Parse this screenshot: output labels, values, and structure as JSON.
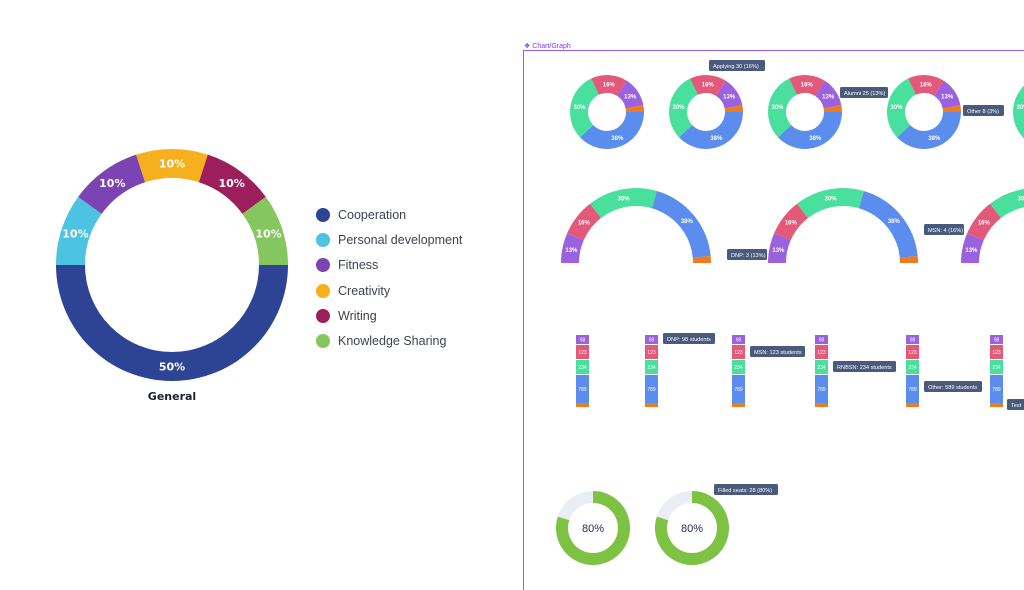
{
  "colors": {
    "cooperation": "#2d4495",
    "personal_dev": "#4cc3e0",
    "fitness": "#7c43b3",
    "creativity": "#f7b01d",
    "writing": "#9c1f5b",
    "knowledge": "#86c65e",
    "blue": "#5b8def",
    "green": "#49e09e",
    "pink": "#e4587a",
    "purple": "#9b62e0",
    "orange": "#ef7b1f",
    "tooltip": "#4a5a7c",
    "gauge_fill": "#7dc242",
    "gauge_track": "#e9eef6",
    "frame": "#9a5cf0"
  },
  "chart_data": [
    {
      "type": "pie",
      "title": "General",
      "categories": [
        "Cooperation",
        "Personal development",
        "Fitness",
        "Creativity",
        "Writing",
        "Knowledge Sharing"
      ],
      "values": [
        50,
        10,
        10,
        10,
        10,
        10
      ],
      "value_labels": [
        "50%",
        "10%",
        "10%",
        "10%",
        "10%",
        "10%"
      ],
      "legend": "right"
    },
    {
      "type": "pie",
      "categories": [
        "38%",
        "30%",
        "16%",
        "13%",
        "3%"
      ],
      "values": [
        38,
        30,
        16,
        13,
        3
      ],
      "tooltips": [
        "",
        "Applying 30 (16%)",
        "Alumni 25 (13%)",
        "Other 8 (3%)"
      ]
    },
    {
      "type": "pie",
      "categories": [
        "13%",
        "16%",
        "30%",
        "38%",
        "3%"
      ],
      "values": [
        13,
        16,
        30,
        38,
        3
      ],
      "tooltips": [
        "DNP: 3 (13%)",
        "MSN: 4 (16%)"
      ]
    },
    {
      "type": "bar",
      "categories": [
        "789",
        "234",
        "123",
        "98"
      ],
      "values": [
        789,
        234,
        123,
        98
      ],
      "tooltips": [
        "",
        "DNP: 98 students",
        "MSN: 123 students",
        "RNBSN: 234 students",
        "Other: 589 students",
        "Test"
      ]
    },
    {
      "type": "pie",
      "categories": [
        "80%"
      ],
      "values": [
        80
      ],
      "value_labels": [
        "80%"
      ],
      "tooltips": [
        "",
        "Filled seats: 28 (80%)"
      ]
    }
  ],
  "frame": {
    "label": "Chart/Graph",
    "icon": "component-icon"
  }
}
